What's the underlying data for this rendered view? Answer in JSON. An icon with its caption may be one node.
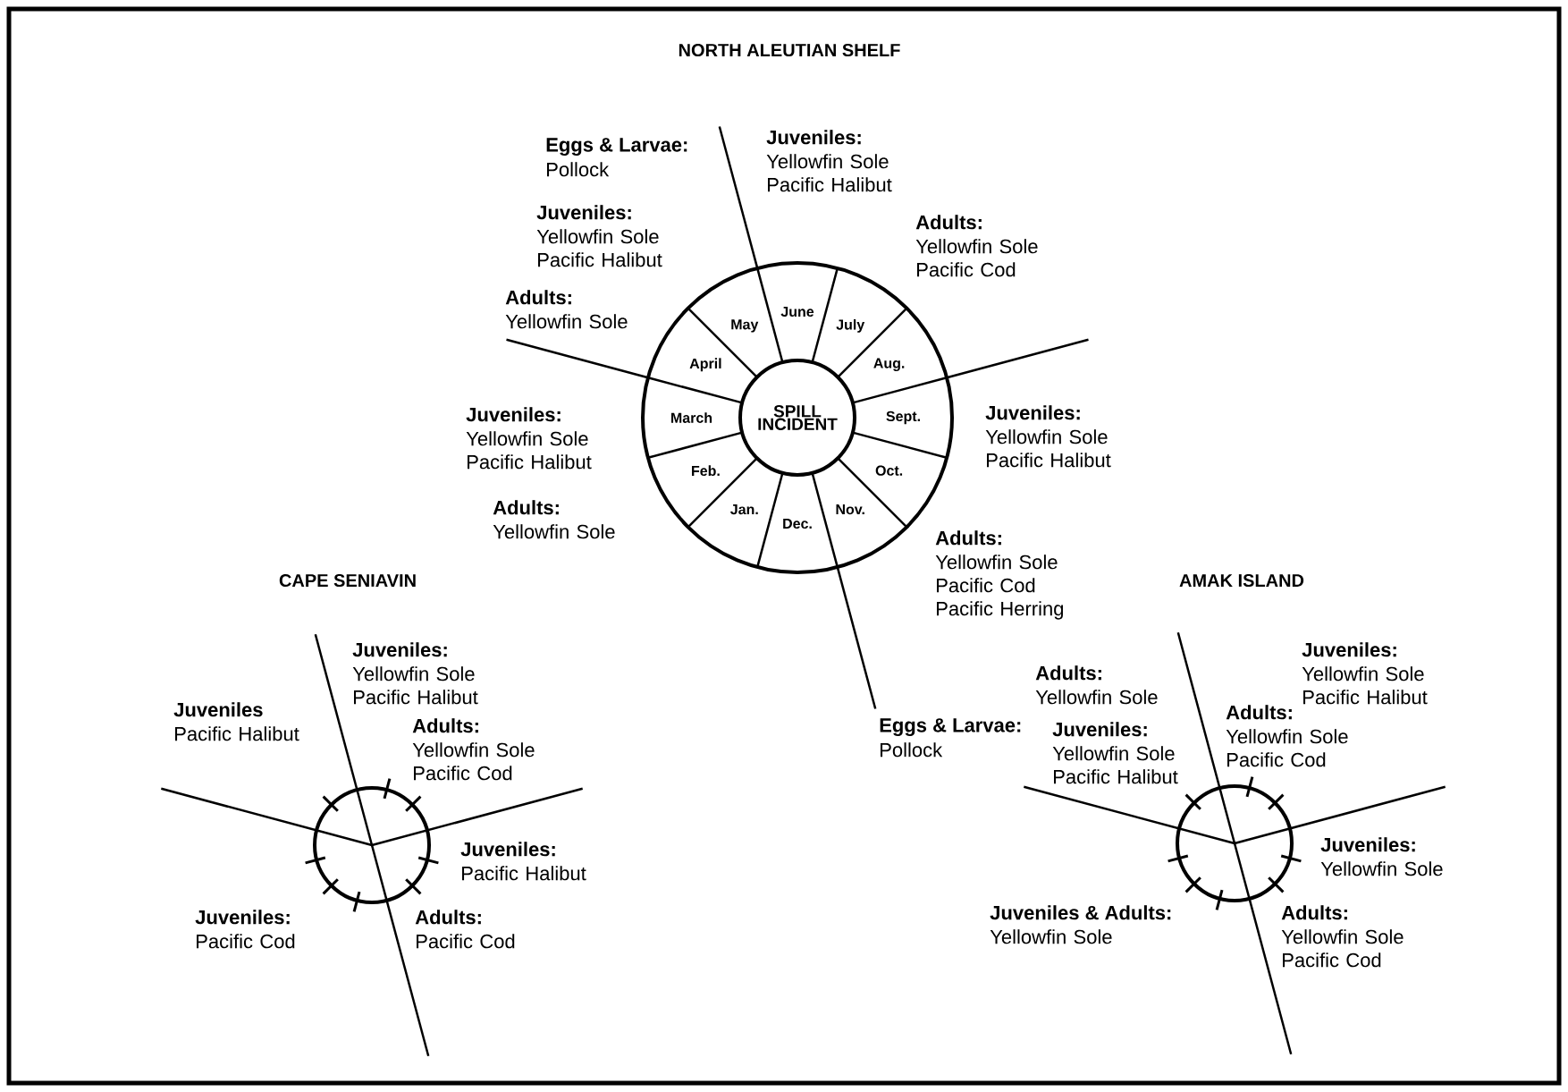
{
  "diagram": {
    "nodes": [
      {
        "text": [],
        "shape": "circle"
      },
      {
        "text": [
          "SPILL INCIDENT"
        ],
        "in": 0
      },
      {
        "text": [
          "June"
        ],
        "in": 0
      },
      {
        "text": [
          "July"
        ],
        "in": 0
      },
      {
        "text": [
          "Aug."
        ],
        "in": 0
      },
      {
        "text": [
          "Sept."
        ],
        "in": 0
      },
      {
        "text": [
          "Oct."
        ],
        "in": 0
      },
      {
        "text": [
          "Nov."
        ],
        "in": 0
      },
      {
        "text": [
          "Dec."
        ],
        "in": 0
      },
      {
        "text": [
          "Jan."
        ],
        "in": 0
      },
      {
        "text": [
          "Feb."
        ],
        "in": 0
      },
      {
        "text": [
          "March"
        ],
        "in": 0
      },
      {
        "text": [
          "April"
        ],
        "in": 0
      },
      {
        "text": [
          "May"
        ],
        "in": 0
      },
      {
        "text": [],
        "shape": "circle"
      },
      {
        "text": [],
        "shape": "circle"
      }
    ],
    "labels": [
      "NORTH ALEUTIAN SHELF",
      "Eggs & Larvae:",
      "Pollock",
      "Juveniles:",
      "Yellowfin Sole Pacific Halibut",
      "Juveniles:",
      "Yellowfin Sole Pacific Halibut",
      "Adults:",
      "Yellowfin Sole Pacific Cod",
      "Adults:",
      "Yellowfin Sole",
      "Juveniles:",
      "Yellowfin Sole Pacific Halibut",
      "Juveniles:",
      "Yellowfin Sole Pacific Halibut",
      "Adults:",
      "Yellowfin Sole",
      "Adults:",
      "Yellowfin Sole Pacific Cod Pacific Herring",
      "CAPE SENIAVIN",
      "AMAK ISLAND",
      "Juveniles:",
      "Yellowfin Sole Pacific Halibut",
      "Juveniles",
      "Pacific Halibut",
      "Adults:",
      "Yellowfin Sole Pacific Cod",
      "Eggs & Larvae:",
      "Pollock",
      "Juveniles:",
      "Pacific Halibut",
      "Juveniles:",
      "Pacific Cod",
      "Adults:",
      "Pacific Cod",
      "Juveniles:",
      "Yellowfin Sole Pacific Halibut",
      "Adults:",
      "Yellowfin Sole",
      "Juveniles:",
      "Yellowfin Sole Pacific Halibut",
      "Adults:",
      "Yellowfin Sole Pacific Cod",
      "Juveniles:",
      "Yellowfin Sole",
      "Juveniles & Adults:",
      "Yellowfin Sole",
      "Adults:",
      "Yellowfin Sole Pacific Cod"
    ]
  }
}
